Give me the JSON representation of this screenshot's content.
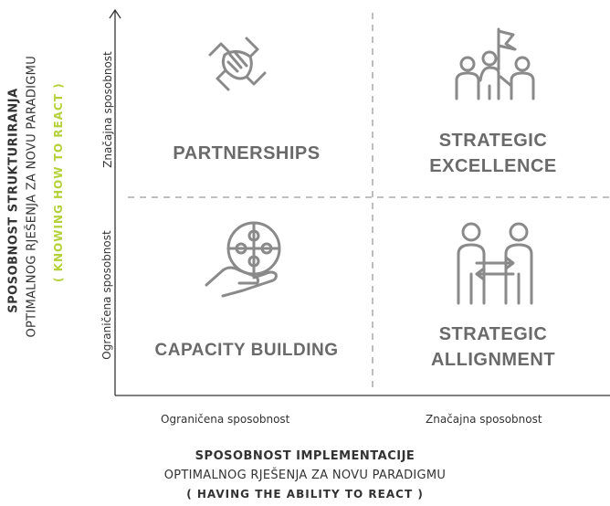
{
  "quadrants": {
    "top_left": "PARTNERSHIPS",
    "top_right_line1": "STRATEGIC",
    "top_right_line2": "EXCELLENCE",
    "bottom_left": "CAPACITY BUILDING",
    "bottom_right_line1": "STRATEGIC",
    "bottom_right_line2": "ALLIGNMENT"
  },
  "y_axis": {
    "title": "SPOSOBNOST STRUKTURIRANJA",
    "subtitle": "OPTIMALNOG RJEŠENJA ZA NOVU PARADIGMU",
    "note": "( KNOWING HOW TO REACT )",
    "high": "Značajna sposobnost",
    "low": "Ograničena sposobnost"
  },
  "x_axis": {
    "title": "SPOSOBNOST IMPLEMENTACIJE",
    "subtitle": "OPTIMALNOG RJEŠENJA ZA NOVU PARADIGMU",
    "note": "( HAVING THE ABILITY TO REACT )",
    "low": "Ograničena sposobnost",
    "high": "Značajna sposobnost"
  },
  "colors": {
    "icon": "#8a8a8a",
    "accent": "#b5d13a",
    "axis": "#333333",
    "divider": "#9a9a9a"
  },
  "icons": [
    "hands-together-icon",
    "team-flag-icon",
    "puzzle-hand-icon",
    "people-exchange-icon"
  ]
}
